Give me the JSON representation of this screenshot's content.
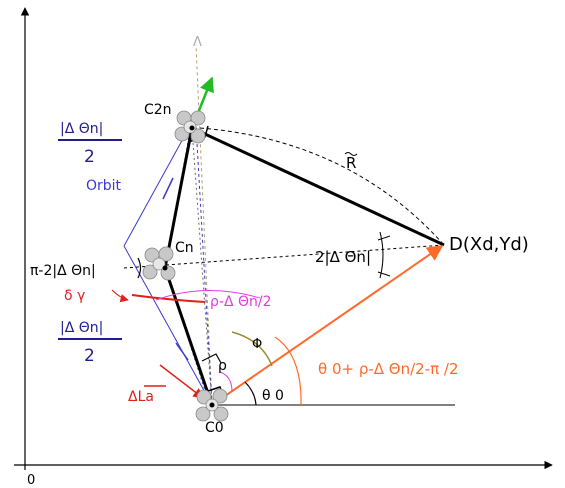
{
  "labels": {
    "origin": "0",
    "axis_top": "Λ",
    "c2n": "C2n",
    "cn": "Cn",
    "c0": "C0",
    "d_point": "D(Xd,Yd)",
    "r_tilde": "R",
    "orbit": "Orbit",
    "frac_top_num": "|Δ Θn|",
    "frac_top_den": "2",
    "frac_bot_num": "|Δ Θn|",
    "frac_bot_den": "2",
    "pi_minus": "π-2|Δ Θn|",
    "two_delta": "2|Δ Θn|",
    "delta_gamma": "δ γ",
    "rho_minus": "ρ-Δ Θn/2",
    "phi": "Φ",
    "rho": "ρ",
    "theta0": "θ 0",
    "theta_expr": "θ 0+ ρ-Δ Θn/2-π /2",
    "delta_la": "ΔLa"
  },
  "colors": {
    "black": "#000000",
    "blue": "#3a3acc",
    "darkblue": "#1e1e8c",
    "red": "#e0201a",
    "magenta": "#e03ce0",
    "orange": "#ff6a2a",
    "olive": "#9a8a30",
    "green": "#22bb22",
    "gray": "#888888"
  }
}
